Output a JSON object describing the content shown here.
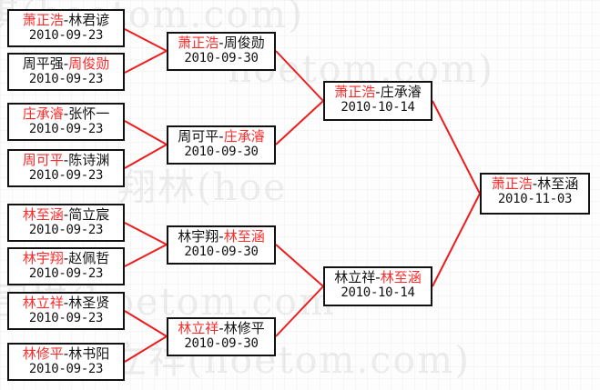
{
  "diagram": {
    "title": "Go tournament knockout bracket",
    "accent_color": "#ff2a2a",
    "box_border_color": "#111111",
    "background_color": "#fdfdfd",
    "watermark_text": "弈城围棋(hoetom.com)"
  },
  "rounds": [
    {
      "name": "round-1",
      "matches": [
        {
          "winner": "萧正浩",
          "loser": "林君谚",
          "dash": "-",
          "date": "2010-09-23"
        },
        {
          "winner": "周俊勋",
          "loser": "周平强",
          "dash": "-",
          "date": "2010-09-23",
          "winner_on_right": true
        },
        {
          "winner": "庄承濬",
          "loser": "张怀一",
          "dash": "-",
          "date": "2010-09-23"
        },
        {
          "winner": "周可平",
          "loser": "陈诗渊",
          "dash": "-",
          "date": "2010-09-23"
        },
        {
          "winner": "林至涵",
          "loser": "简立宸",
          "dash": "-",
          "date": "2010-09-23"
        },
        {
          "winner": "林宇翔",
          "loser": "赵佩哲",
          "dash": "-",
          "date": "2010-09-23"
        },
        {
          "winner": "林立祥",
          "loser": "林圣贤",
          "dash": "-",
          "date": "2010-09-23"
        },
        {
          "winner": "林修平",
          "loser": "林书阳",
          "dash": "-",
          "date": "2010-09-23"
        }
      ]
    },
    {
      "name": "round-2",
      "matches": [
        {
          "winner": "萧正浩",
          "loser": "周俊勋",
          "dash": "-",
          "date": "2010-09-30"
        },
        {
          "winner": "庄承濬",
          "loser": "周可平",
          "dash": "-",
          "date": "2010-09-30",
          "winner_on_right": true
        },
        {
          "winner": "林至涵",
          "loser": "林宇翔",
          "dash": "-",
          "date": "2010-09-30",
          "winner_on_right": true
        },
        {
          "winner": "林立祥",
          "loser": "林修平",
          "dash": "-",
          "date": "2010-09-30"
        }
      ]
    },
    {
      "name": "semifinal",
      "matches": [
        {
          "winner": "萧正浩",
          "loser": "庄承濬",
          "dash": "-",
          "date": "2010-10-14"
        },
        {
          "winner": "林至涵",
          "loser": "林立祥",
          "dash": "-",
          "date": "2010-10-14",
          "winner_on_right": true
        }
      ]
    },
    {
      "name": "final",
      "matches": [
        {
          "winner": "萧正浩",
          "loser": "林至涵",
          "dash": "-",
          "date": "2010-11-03"
        }
      ]
    }
  ],
  "watermark_rows": [
    "棋(hoetom.com)",
    "hoetom.com)",
    "翔林(hoe",
    "围棋(hoetom.com",
    "立祥(hoetom.com)"
  ]
}
